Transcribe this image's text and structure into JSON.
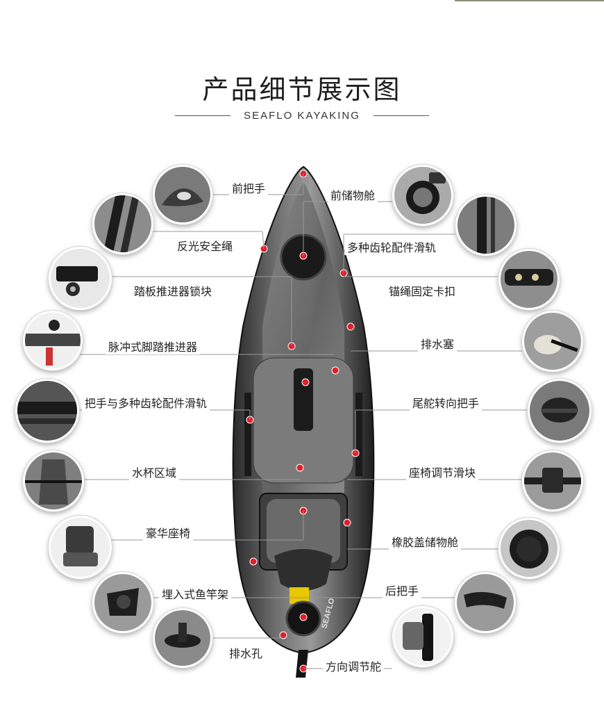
{
  "header": {
    "title": "产品细节展示图",
    "subtitle": "SEAFLO KAYAKING"
  },
  "hull_brand": "SEAFLO",
  "features": {
    "front_handle": "前把手",
    "front_storage": "前储物舱",
    "reflective_rope": "反光安全绳",
    "gear_rail": "多种齿轮配件滑轨",
    "pedal_lock": "踏板推进器锁块",
    "anchor_clip": "锚绳固定卡扣",
    "pedal_drive": "脉冲式脚踏推进器",
    "drain_plug": "排水塞",
    "handle_rail": "把手与多种齿轮配件滑轨",
    "rudder_handle": "尾舵转向把手",
    "cup_area": "水杯区域",
    "seat_slider": "座椅调节滑块",
    "deluxe_seat": "豪华座椅",
    "rubber_hatch": "橡胶盖储物舱",
    "rod_holder": "埋入式鱼竿架",
    "rear_handle": "后把手",
    "scupper": "排水孔",
    "rudder": "方向调节舵"
  }
}
